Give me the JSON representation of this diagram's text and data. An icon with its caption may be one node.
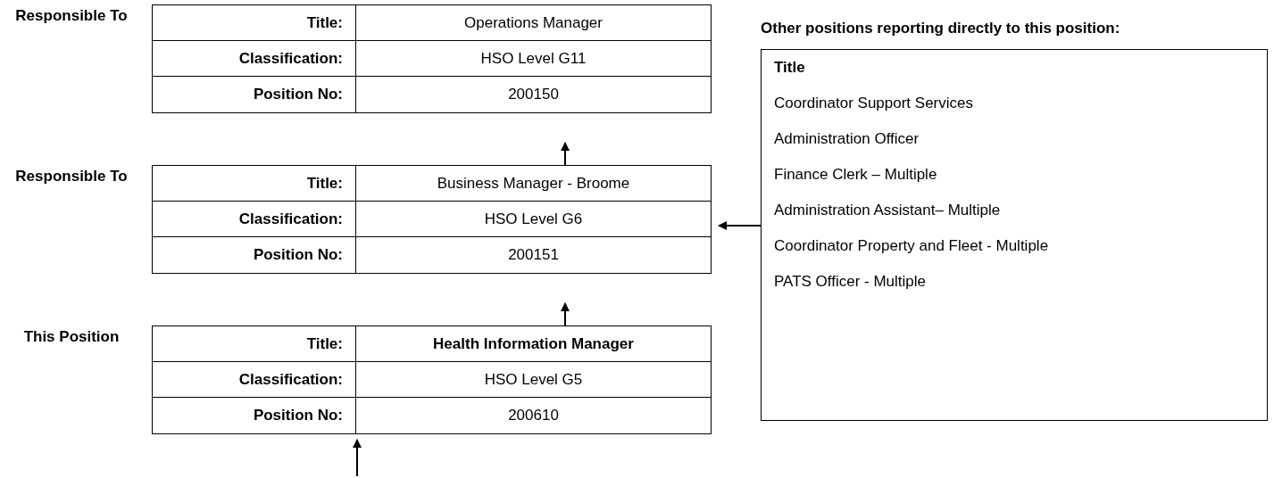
{
  "diagram": {
    "nodes": [
      {
        "text": [
          "Title:",
          "Operations Manager",
          "Classification:",
          "HSO Level G11",
          "Position No:",
          "200150"
        ],
        "beside": [
          "Responsible To"
        ]
      },
      {
        "text": [
          "Title:",
          "Business Manager - Broome",
          "Classification:",
          "HSO Level G6",
          "Position No:",
          "200151"
        ],
        "beside": [
          "Responsible To"
        ]
      },
      {
        "text": [
          "Title:",
          "Health Information Manager",
          "Classification:",
          "HSO Level G5",
          "Position No:",
          "200610"
        ],
        "beside": [
          "This Position"
        ]
      },
      {
        "text": [
          "Other positions reporting directly to this position:",
          "Title",
          "Coordinator Support Services",
          "Administration Officer",
          "Finance Clerk – Multiple",
          "Administration Assistant– Multiple",
          "Coordinator Property and Fleet - Multiple",
          "PATS Officer - Multiple"
        ]
      }
    ],
    "edges": [
      {
        "from": 1,
        "to": 0,
        "arrow": "to"
      },
      {
        "from": 2,
        "to": 1,
        "arrow": "to"
      },
      {
        "from": 3,
        "to": 1,
        "arrow": "to"
      },
      {
        "from": null,
        "to": 2,
        "arrow": "to"
      }
    ]
  }
}
